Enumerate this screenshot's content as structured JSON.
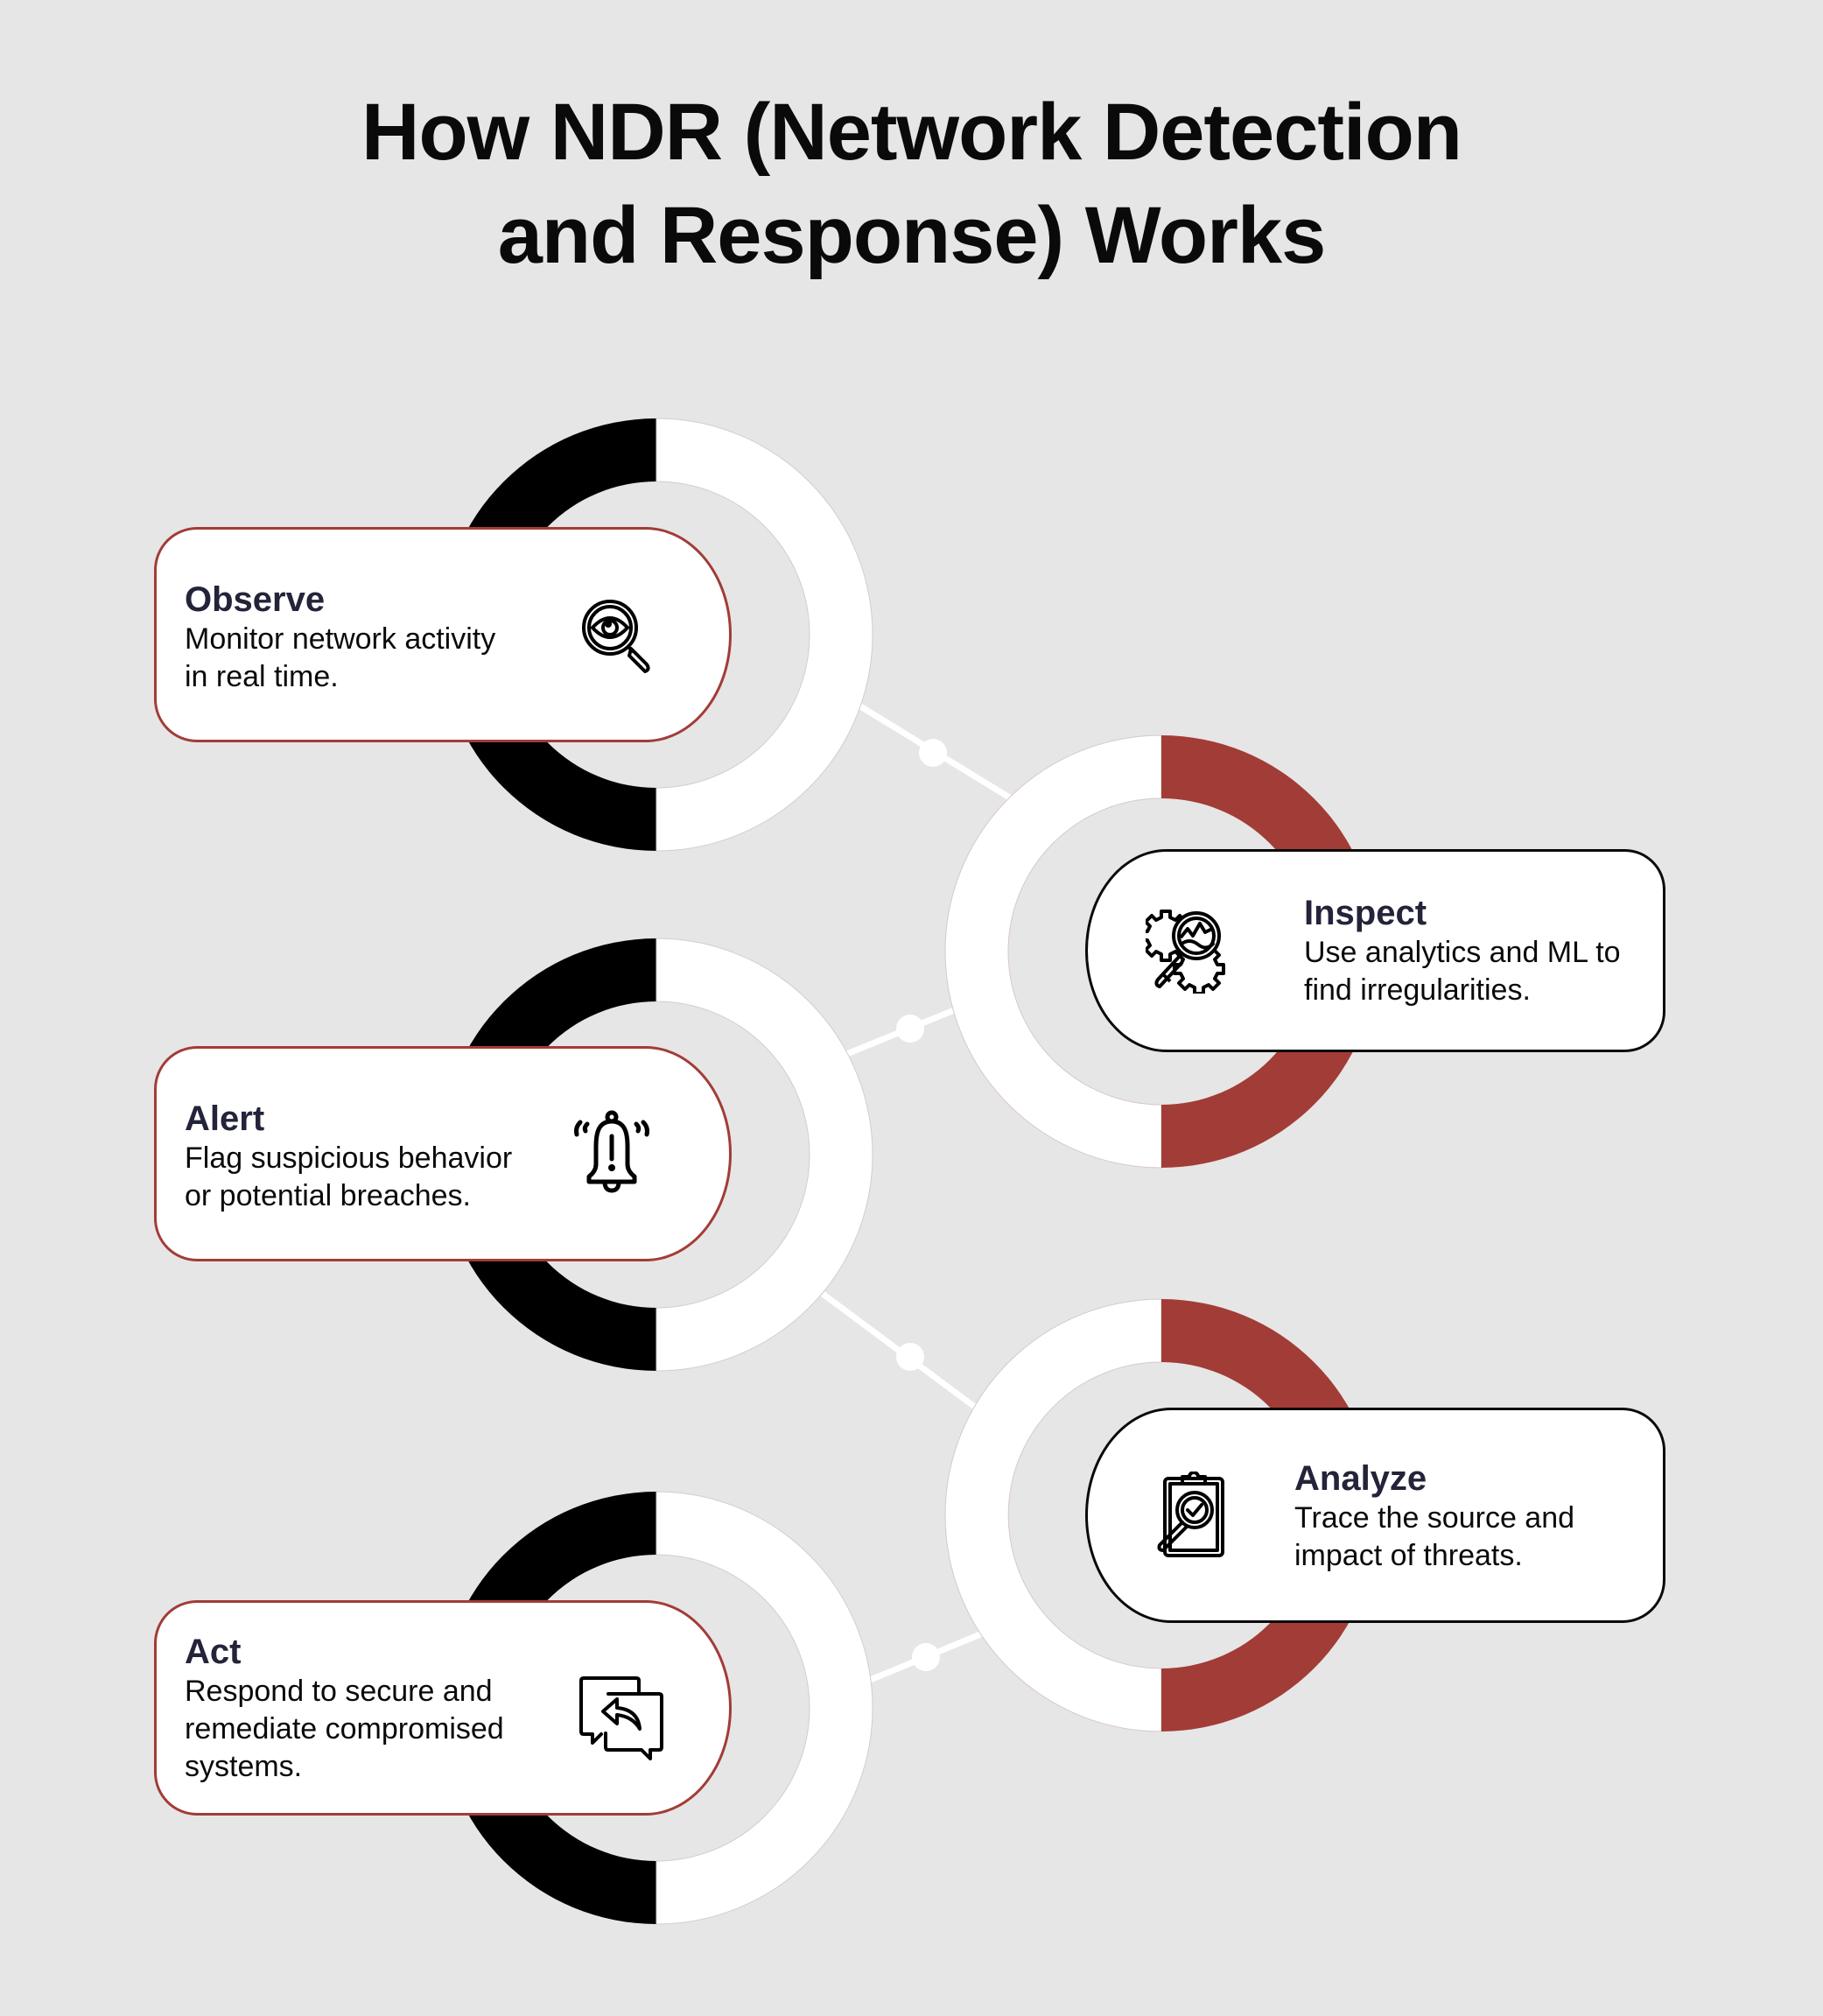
{
  "title": {
    "line1": "How NDR (Network Detection",
    "line2": "and Response) Works"
  },
  "colors": {
    "background": "#e6e6e6",
    "accent_red": "#a23c37",
    "black": "#000000",
    "white": "#ffffff",
    "heading_text": "#23233a"
  },
  "steps": [
    {
      "heading": "Observe",
      "description_lines": [
        "Monitor network activity",
        "in real time."
      ],
      "icon": "eye-magnifier-icon",
      "side": "left",
      "ring_color": "black"
    },
    {
      "heading": "Inspect",
      "description_lines": [
        "Use analytics and ML to",
        "find irregularities."
      ],
      "icon": "gear-magnifier-icon",
      "side": "right",
      "ring_color": "red"
    },
    {
      "heading": "Alert",
      "description_lines": [
        "Flag suspicious behavior",
        "or potential breaches."
      ],
      "icon": "alarm-bell-icon",
      "side": "left",
      "ring_color": "black"
    },
    {
      "heading": "Analyze",
      "description_lines": [
        "Trace the source and",
        "impact of threats."
      ],
      "icon": "clipboard-check-magnifier-icon",
      "side": "right",
      "ring_color": "red"
    },
    {
      "heading": "Act",
      "description_lines": [
        "Respond to secure and",
        "remediate compromised",
        "systems."
      ],
      "icon": "reply-chat-icon",
      "side": "left",
      "ring_color": "black"
    }
  ]
}
